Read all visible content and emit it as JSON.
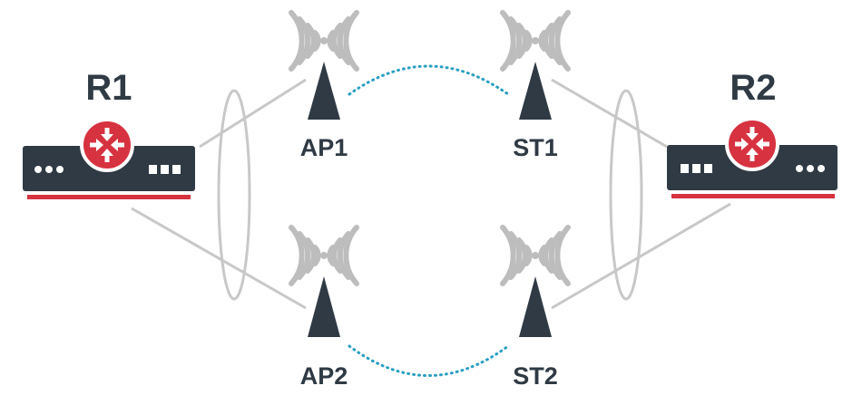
{
  "routers": [
    {
      "id": "r1",
      "label": "R1"
    },
    {
      "id": "r2",
      "label": "R2"
    }
  ],
  "radios": [
    {
      "id": "ap1",
      "label": "AP1"
    },
    {
      "id": "st1",
      "label": "ST1"
    },
    {
      "id": "ap2",
      "label": "AP2"
    },
    {
      "id": "st2",
      "label": "ST2"
    }
  ],
  "colors": {
    "device_body": "#2f3a45",
    "router_badge": "#d7323f",
    "accent_line": "#d7323f",
    "wifi_arcs": "#bdbdbd",
    "wired_links": "#c8c8c8",
    "wireless_links": "#2a9fc3"
  }
}
